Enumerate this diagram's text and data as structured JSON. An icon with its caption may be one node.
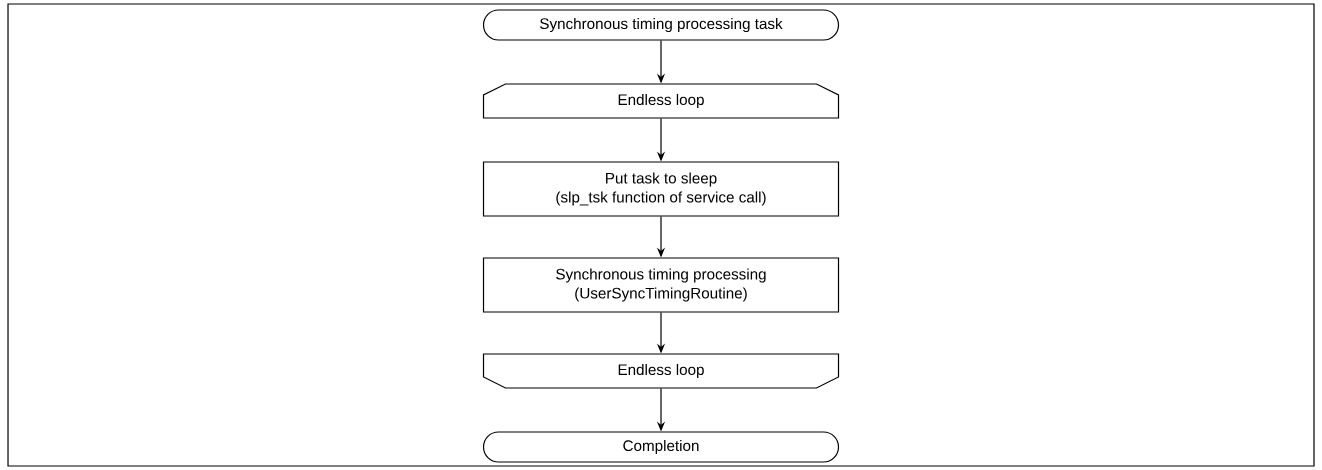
{
  "diagram": {
    "nodes": [
      {
        "text": [
          "Synchronous timing processing task"
        ]
      },
      {
        "text": [
          "Endless loop"
        ]
      },
      {
        "text": [
          "Put task to sleep",
          "(slp_tsk function of service call)"
        ]
      },
      {
        "text": [
          "Synchronous timing processing",
          "(UserSyncTimingRoutine)"
        ]
      },
      {
        "text": [
          "Endless loop"
        ]
      },
      {
        "text": [
          "Completion"
        ]
      }
    ],
    "edges": [
      {
        "from": 0,
        "to": 1,
        "arrow": "to"
      },
      {
        "from": 1,
        "to": 2,
        "arrow": "to"
      },
      {
        "from": 2,
        "to": 3,
        "arrow": "to"
      },
      {
        "from": 3,
        "to": 4,
        "arrow": "to"
      },
      {
        "from": 4,
        "to": 5,
        "arrow": "to"
      }
    ]
  }
}
